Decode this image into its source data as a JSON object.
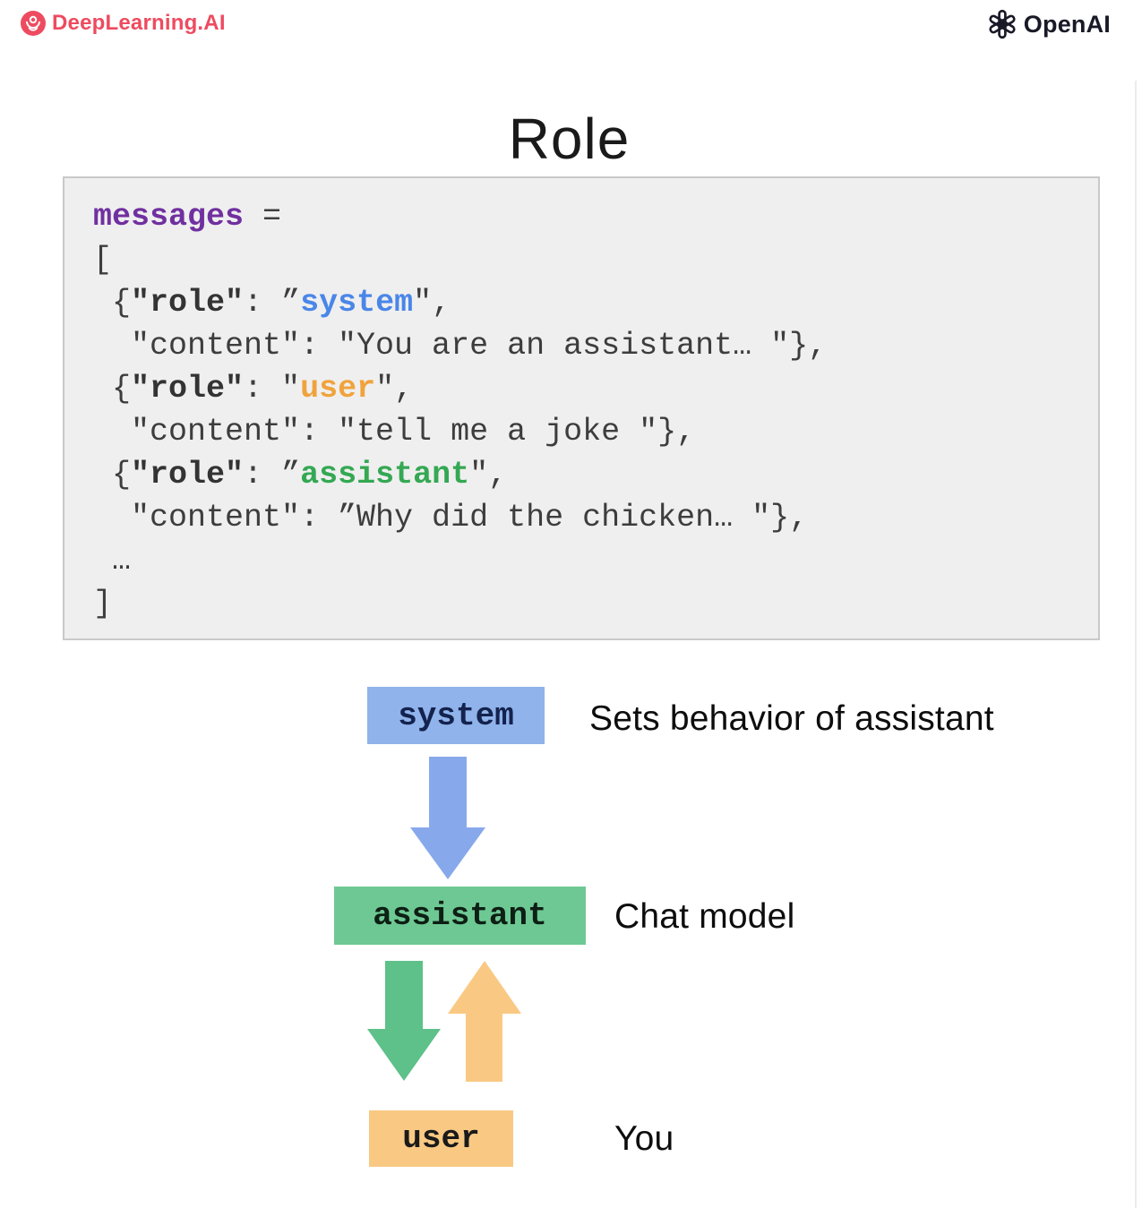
{
  "header": {
    "deeplearning_logo_text": "DeepLearning.AI",
    "openai_logo_text": "OpenAI"
  },
  "title": "Role",
  "code_block": {
    "variable": "messages",
    "lines": [
      {
        "segments": [
          {
            "text": "messages",
            "style": "purple"
          },
          {
            "text": " =",
            "style": "plain"
          }
        ]
      },
      {
        "segments": [
          {
            "text": "[",
            "style": "plain"
          }
        ]
      },
      {
        "segments": [
          {
            "text": " {",
            "style": "plain"
          },
          {
            "text": "\"role\"",
            "style": "key"
          },
          {
            "text": ": ",
            "style": "plain"
          },
          {
            "text": "”",
            "style": "plain"
          },
          {
            "text": "system",
            "style": "blue"
          },
          {
            "text": "\",",
            "style": "plain"
          }
        ]
      },
      {
        "segments": [
          {
            "text": "  \"content\": \"You are an assistant… \"},",
            "style": "plain"
          }
        ]
      },
      {
        "segments": [
          {
            "text": " {",
            "style": "plain"
          },
          {
            "text": "\"role\"",
            "style": "key"
          },
          {
            "text": ": \"",
            "style": "plain"
          },
          {
            "text": "user",
            "style": "orange"
          },
          {
            "text": "\",",
            "style": "plain"
          }
        ]
      },
      {
        "segments": [
          {
            "text": "  \"content\": \"tell me a joke \"},",
            "style": "plain"
          }
        ]
      },
      {
        "segments": [
          {
            "text": " {",
            "style": "plain"
          },
          {
            "text": "\"role\"",
            "style": "key"
          },
          {
            "text": ": ",
            "style": "plain"
          },
          {
            "text": "”",
            "style": "plain"
          },
          {
            "text": "assistant",
            "style": "green"
          },
          {
            "text": "\",",
            "style": "plain"
          }
        ]
      },
      {
        "segments": [
          {
            "text": "  \"content\": ”Why did the chicken… \"},",
            "style": "plain"
          }
        ]
      },
      {
        "segments": [
          {
            "text": " …",
            "style": "plain"
          }
        ]
      },
      {
        "segments": [
          {
            "text": "]",
            "style": "plain"
          }
        ]
      }
    ]
  },
  "diagram": {
    "nodes": [
      {
        "id": "system",
        "label": "system",
        "description": "Sets behavior of assistant",
        "box_color": "#8fb3ea",
        "text_color": "#14224e"
      },
      {
        "id": "assistant",
        "label": "assistant",
        "description": "Chat model",
        "box_color": "#6ec893",
        "text_color": "#0d1f14"
      },
      {
        "id": "user",
        "label": "user",
        "description": "You",
        "box_color": "#f9c983",
        "text_color": "#1a1a1a"
      }
    ],
    "arrows": [
      {
        "from": "system",
        "to": "assistant",
        "direction": "down",
        "color": "#87a9ec"
      },
      {
        "from": "assistant",
        "to": "user",
        "direction": "down",
        "color": "#5dc189"
      },
      {
        "from": "user",
        "to": "assistant",
        "direction": "up",
        "color": "#f9c983"
      }
    ]
  },
  "colors": {
    "code_background": "#efefef",
    "code_border": "#c9c9c9",
    "code_text": "#3d3d3d",
    "keyword_purple": "#7030a0",
    "system_blue": "#4a86e8",
    "user_orange": "#f0a33c",
    "assistant_green": "#34a853",
    "deeplearning_red": "#ee4b60",
    "openai_black": "#191927"
  }
}
